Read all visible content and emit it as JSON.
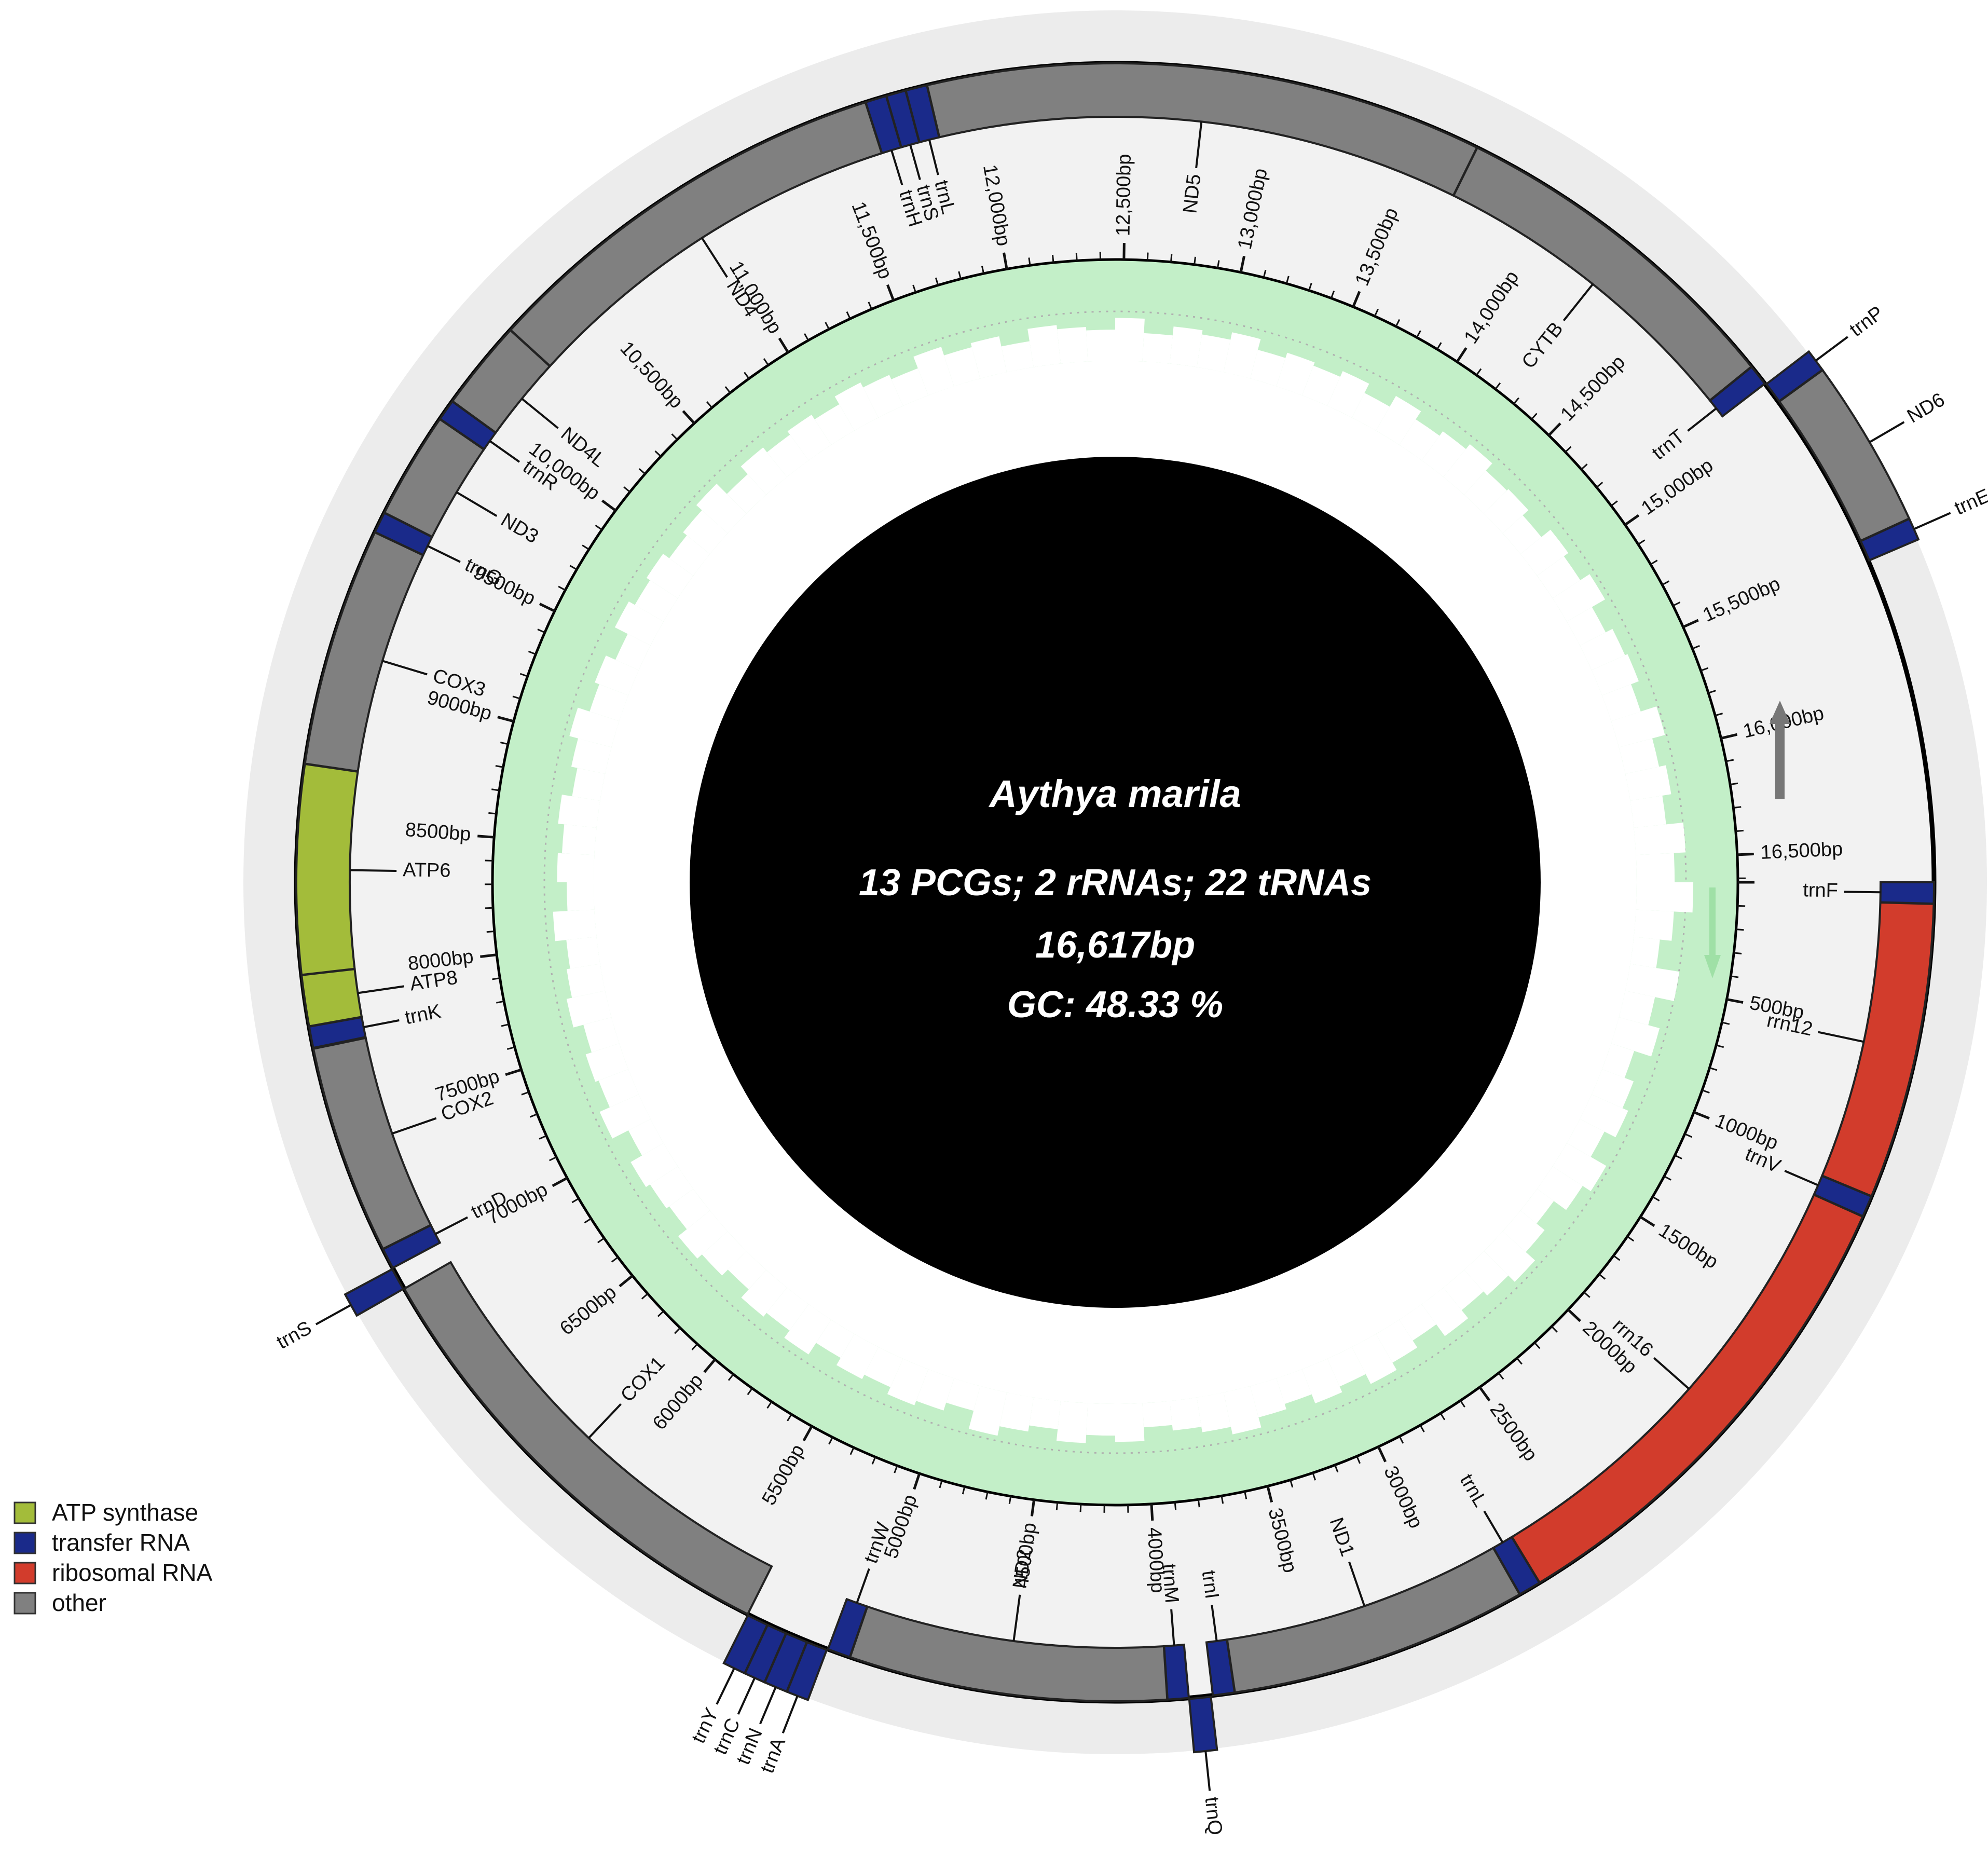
{
  "title": {
    "species": "Aythya marila",
    "composition": "13 PCGs; 2 rRNAs; 22 tRNAs",
    "length": "16,617bp",
    "gc": "GC: 48.33 %"
  },
  "legend": [
    {
      "label": "ATP synthase",
      "color": "#a3bc3a"
    },
    {
      "label": "transfer RNA",
      "color": "#1a2a8a"
    },
    {
      "label": "ribosomal RNA",
      "color": "#d23c2c"
    },
    {
      "label": "other",
      "color": "#808080"
    }
  ],
  "genome_length_bp": 16617,
  "ticks": [
    {
      "pos": 500,
      "label": "500bp"
    },
    {
      "pos": 1000,
      "label": "1000bp"
    },
    {
      "pos": 1500,
      "label": "1500bp"
    },
    {
      "pos": 2000,
      "label": "2000bp"
    },
    {
      "pos": 2500,
      "label": "2500bp"
    },
    {
      "pos": 3000,
      "label": "3000bp"
    },
    {
      "pos": 3500,
      "label": "3500bp"
    },
    {
      "pos": 4000,
      "label": "4000bp"
    },
    {
      "pos": 4500,
      "label": "4500bp"
    },
    {
      "pos": 5000,
      "label": "5000bp"
    },
    {
      "pos": 5500,
      "label": "5500bp"
    },
    {
      "pos": 6000,
      "label": "6000bp"
    },
    {
      "pos": 6500,
      "label": "6500bp"
    },
    {
      "pos": 7000,
      "label": "7000bp"
    },
    {
      "pos": 7500,
      "label": "7500bp"
    },
    {
      "pos": 8000,
      "label": "8000bp"
    },
    {
      "pos": 8500,
      "label": "8500bp"
    },
    {
      "pos": 9000,
      "label": "9000bp"
    },
    {
      "pos": 9500,
      "label": "9500bp"
    },
    {
      "pos": 10000,
      "label": "10,000bp"
    },
    {
      "pos": 10500,
      "label": "10,500bp"
    },
    {
      "pos": 11000,
      "label": "11,000bp"
    },
    {
      "pos": 11500,
      "label": "11,500bp"
    },
    {
      "pos": 12000,
      "label": "12,000bp"
    },
    {
      "pos": 12500,
      "label": "12,500bp"
    },
    {
      "pos": 13000,
      "label": "13,000bp"
    },
    {
      "pos": 13500,
      "label": "13,500bp"
    },
    {
      "pos": 14000,
      "label": "14,000bp"
    },
    {
      "pos": 14500,
      "label": "14,500bp"
    },
    {
      "pos": 15000,
      "label": "15,000bp"
    },
    {
      "pos": 15500,
      "label": "15,500bp"
    },
    {
      "pos": 16000,
      "label": "16,000bp"
    },
    {
      "pos": 16500,
      "label": "16,500bp"
    }
  ],
  "features": [
    {
      "name": "trnF",
      "type": "trna",
      "start": 0,
      "end": 69,
      "strand": "+"
    },
    {
      "name": "rrn12",
      "type": "rrna",
      "start": 70,
      "end": 1040,
      "strand": "+"
    },
    {
      "name": "trnV",
      "type": "trna",
      "start": 1041,
      "end": 1111,
      "strand": "+"
    },
    {
      "name": "rrn16",
      "type": "rrna",
      "start": 1112,
      "end": 2713,
      "strand": "+"
    },
    {
      "name": "trnL",
      "type": "trna",
      "start": 2714,
      "end": 2787,
      "strand": "+"
    },
    {
      "name": "ND1",
      "type": "other",
      "start": 2788,
      "end": 3766,
      "strand": "+"
    },
    {
      "name": "trnI",
      "type": "trna",
      "start": 3767,
      "end": 3838,
      "strand": "+"
    },
    {
      "name": "trnQ",
      "type": "trna",
      "start": 3845,
      "end": 3915,
      "strand": "-"
    },
    {
      "name": "trnM",
      "type": "trna",
      "start": 3916,
      "end": 3985,
      "strand": "+"
    },
    {
      "name": "ND2",
      "type": "other",
      "start": 3986,
      "end": 5026,
      "strand": "+"
    },
    {
      "name": "trnW",
      "type": "trna",
      "start": 5027,
      "end": 5102,
      "strand": "+"
    },
    {
      "name": "trnA",
      "type": "trna",
      "start": 5105,
      "end": 5173,
      "strand": "-"
    },
    {
      "name": "trnN",
      "type": "trna",
      "start": 5174,
      "end": 5246,
      "strand": "-"
    },
    {
      "name": "trnC",
      "type": "trna",
      "start": 5247,
      "end": 5312,
      "strand": "-"
    },
    {
      "name": "trnY",
      "type": "trna",
      "start": 5313,
      "end": 5383,
      "strand": "-"
    },
    {
      "name": "COX1",
      "type": "other",
      "start": 5385,
      "end": 6935,
      "strand": "+"
    },
    {
      "name": "trnS",
      "type": "trna",
      "start": 6936,
      "end": 7009,
      "strand": "-"
    },
    {
      "name": "trnD",
      "type": "trna",
      "start": 7012,
      "end": 7080,
      "strand": "+"
    },
    {
      "name": "COX2",
      "type": "other",
      "start": 7081,
      "end": 7767,
      "strand": "+"
    },
    {
      "name": "trnK",
      "type": "trna",
      "start": 7770,
      "end": 7840,
      "strand": "+"
    },
    {
      "name": "ATP8",
      "type": "atp",
      "start": 7841,
      "end": 8008,
      "strand": "+"
    },
    {
      "name": "ATP6",
      "type": "atp",
      "start": 8009,
      "end": 8692,
      "strand": "+"
    },
    {
      "name": "COX3",
      "type": "other",
      "start": 8693,
      "end": 9476,
      "strand": "+"
    },
    {
      "name": "trnG",
      "type": "trna",
      "start": 9477,
      "end": 9546,
      "strand": "+"
    },
    {
      "name": "ND3",
      "type": "other",
      "start": 9547,
      "end": 9898,
      "strand": "+"
    },
    {
      "name": "trnR",
      "type": "trna",
      "start": 9899,
      "end": 9968,
      "strand": "+"
    },
    {
      "name": "ND4L",
      "type": "other",
      "start": 9969,
      "end": 10265,
      "strand": "+"
    },
    {
      "name": "ND4",
      "type": "other",
      "start": 10266,
      "end": 11643,
      "strand": "+"
    },
    {
      "name": "trnH",
      "type": "trna",
      "start": 11644,
      "end": 11713,
      "strand": "+"
    },
    {
      "name": "trnS",
      "type": "trna",
      "start": 11714,
      "end": 11778,
      "strand": "+"
    },
    {
      "name": "trnL",
      "type": "trna",
      "start": 11779,
      "end": 11849,
      "strand": "+"
    },
    {
      "name": "ND5",
      "type": "other",
      "start": 11850,
      "end": 13673,
      "strand": "+"
    },
    {
      "name": "CYTB",
      "type": "other",
      "start": 13674,
      "end": 14816,
      "strand": "+"
    },
    {
      "name": "trnT",
      "type": "trna",
      "start": 14817,
      "end": 14886,
      "strand": "+"
    },
    {
      "name": "trnP",
      "type": "trna",
      "start": 14890,
      "end": 14959,
      "strand": "-"
    },
    {
      "name": "ND6",
      "type": "other",
      "start": 14960,
      "end": 15481,
      "strand": "-"
    },
    {
      "name": "trnE",
      "type": "trna",
      "start": 15482,
      "end": 15550,
      "strand": "-"
    }
  ],
  "gc_skew_profile": [
    0.82,
    0.55,
    0.38,
    0.72,
    0.44,
    0.61,
    0.35,
    0.49,
    0.58,
    0.4,
    0.66,
    0.52,
    0.3,
    0.45,
    0.63,
    0.5,
    0.42,
    0.57,
    0.36,
    0.48,
    0.6,
    0.44,
    0.53,
    0.39,
    0.47,
    0.62,
    0.51,
    0.43,
    0.35,
    0.55,
    0.46,
    0.58,
    0.41,
    0.5,
    0.64,
    0.37,
    0.49,
    0.56,
    0.45,
    0.52,
    0.4,
    0.6,
    0.47,
    0.54,
    0.38,
    0.5,
    0.59,
    0.43,
    0.48,
    0.55,
    0.36,
    0.62,
    0.46,
    0.51,
    0.42,
    0.57,
    0.49,
    0.44,
    0.6,
    0.39,
    0.53,
    0.47,
    0.56,
    0.41,
    0.5,
    0.63,
    0.45,
    0.52,
    0.37,
    0.58,
    0.48,
    0.54,
    0.43,
    0.5,
    0.61,
    0.4,
    0.55,
    0.46,
    0.52,
    0.44,
    0.57,
    0.49,
    0.42,
    0.6,
    0.47,
    0.53,
    0.38,
    0.56,
    0.5,
    0.45,
    0.62,
    0.41,
    0.54,
    0.48,
    0.59,
    0.43,
    0.51,
    0.46,
    0.55,
    0.4,
    0.58,
    0.44,
    0.52,
    0.61,
    0.47,
    0.5,
    0.39,
    0.56,
    0.48,
    0.64,
    0.42,
    0.53,
    0.57,
    0.45,
    0.69,
    0.5,
    0.6,
    0.47,
    0.72,
    0.55
  ]
}
